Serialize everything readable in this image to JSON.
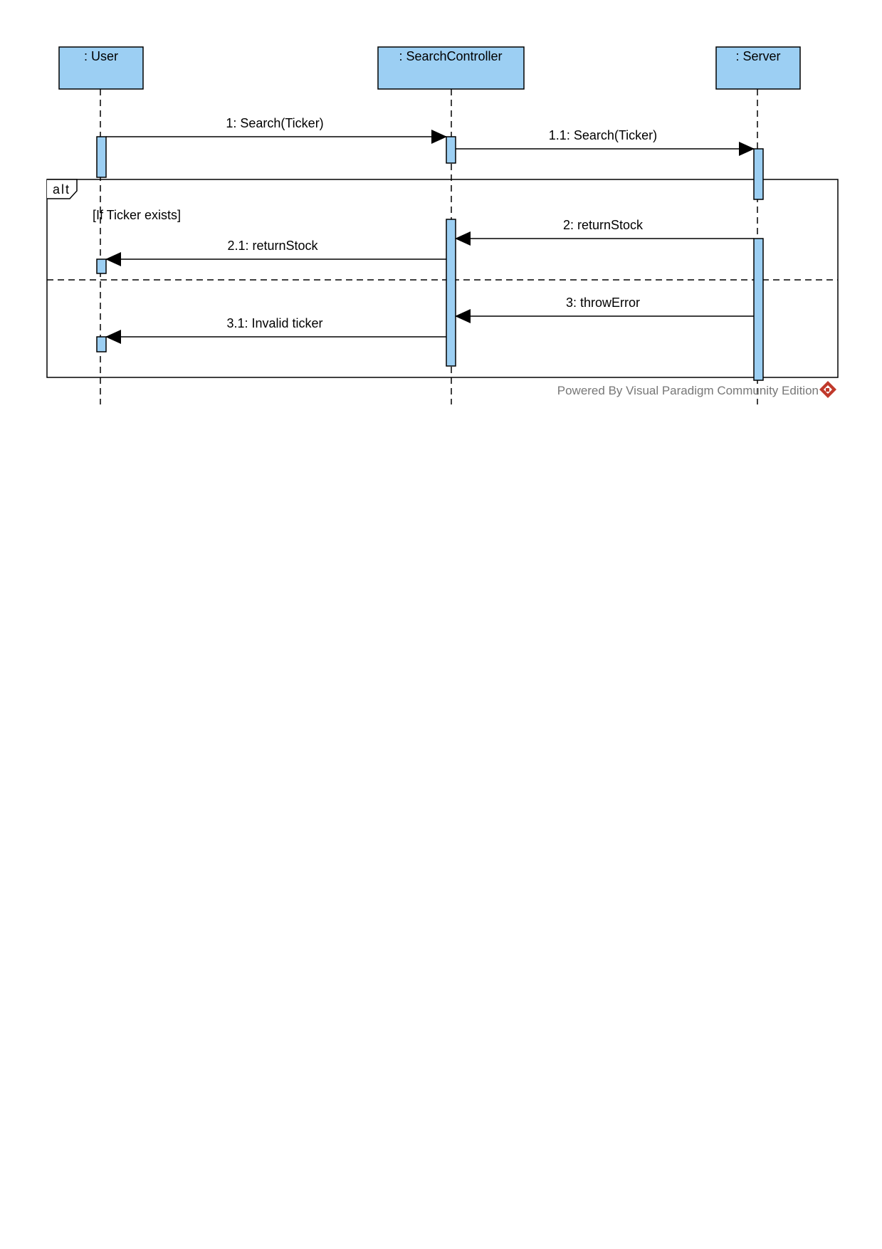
{
  "lifelines": [
    {
      "id": "user",
      "label": ": User"
    },
    {
      "id": "controller",
      "label": ": SearchController"
    },
    {
      "id": "server",
      "label": ": Server"
    }
  ],
  "messages": [
    {
      "id": "m1",
      "label": "1: Search(Ticker)",
      "from": "user",
      "to": "controller"
    },
    {
      "id": "m11",
      "label": "1.1: Search(Ticker)",
      "from": "controller",
      "to": "server"
    },
    {
      "id": "m2",
      "label": "2: returnStock",
      "from": "server",
      "to": "controller"
    },
    {
      "id": "m21",
      "label": "2.1: returnStock",
      "from": "controller",
      "to": "user"
    },
    {
      "id": "m3",
      "label": "3: throwError",
      "from": "server",
      "to": "controller"
    },
    {
      "id": "m31",
      "label": "3.1: Invalid ticker",
      "from": "controller",
      "to": "user"
    }
  ],
  "fragment": {
    "operator": "alt",
    "guard": "[If Ticker exists]"
  },
  "watermark": "Powered By Visual Paradigm Community Edition",
  "colors": {
    "participant_fill": "#9ccff3",
    "activation_fill": "#9ccff3",
    "stroke": "#000000",
    "watermark_text": "#777777",
    "logo": "#c0392b"
  }
}
